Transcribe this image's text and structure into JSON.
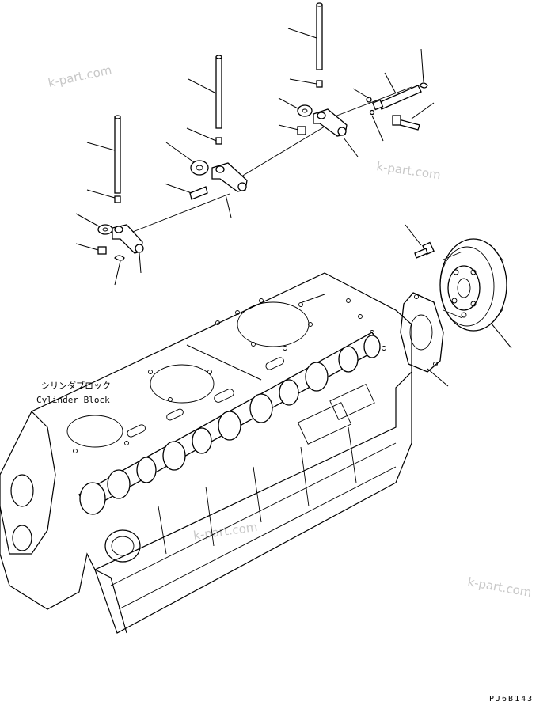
{
  "labels": {
    "part_jp": "シリンダブロック",
    "part_en": "Cylinder Block"
  },
  "watermarks": [
    "k-part.com",
    "k-part.com",
    "k-part.com",
    "k-part.com"
  ],
  "drawing_code": "PJ6B143"
}
